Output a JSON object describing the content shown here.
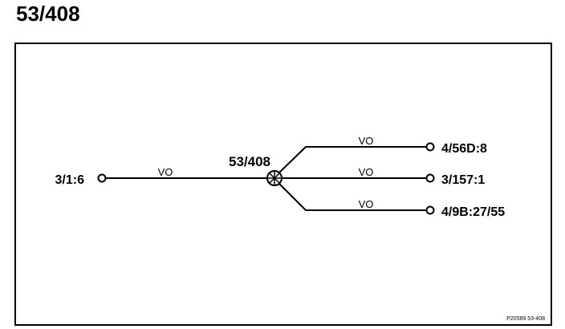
{
  "page": {
    "title": "53/408"
  },
  "diagram": {
    "splice": {
      "label": "53/408"
    },
    "input": {
      "connector": "3/1:6",
      "wire_color": "VO"
    },
    "outputs": [
      {
        "connector": "4/56D:8",
        "wire_color": "VO"
      },
      {
        "connector": "3/157:1",
        "wire_color": "VO"
      },
      {
        "connector": "4/9B:27/55",
        "wire_color": "VO"
      }
    ],
    "footer_code": "P20589  53-408",
    "colors": {
      "line": "#000000",
      "background": "#ffffff"
    },
    "icons": {
      "splice": "splice-junction-icon",
      "terminal": "terminal-circle-icon"
    }
  }
}
